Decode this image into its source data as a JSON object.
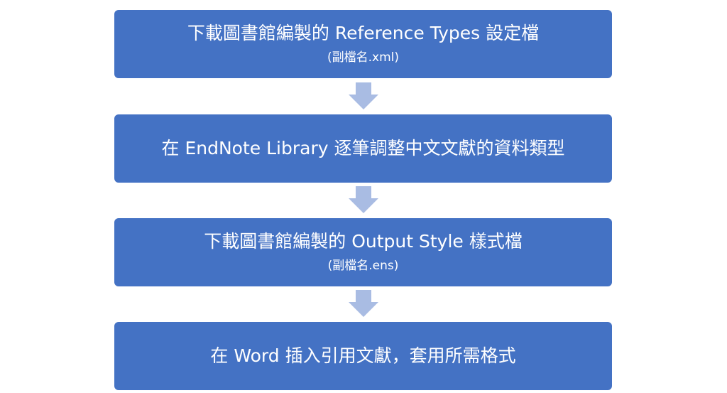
{
  "steps": [
    {
      "main": "下載圖書館編製的 Reference Types 設定檔",
      "sub": "(副檔名.xml)"
    },
    {
      "main": "在 EndNote Library 逐筆調整中文文獻的資料類型",
      "sub": ""
    },
    {
      "main": "下載圖書館編製的 Output Style 樣式檔",
      "sub": "(副檔名.ens)"
    },
    {
      "main": "在 Word 插入引用文獻，套用所需格式",
      "sub": ""
    }
  ],
  "colors": {
    "box": "#4472c4",
    "arrow": "#a9bce3",
    "text": "#ffffff"
  }
}
